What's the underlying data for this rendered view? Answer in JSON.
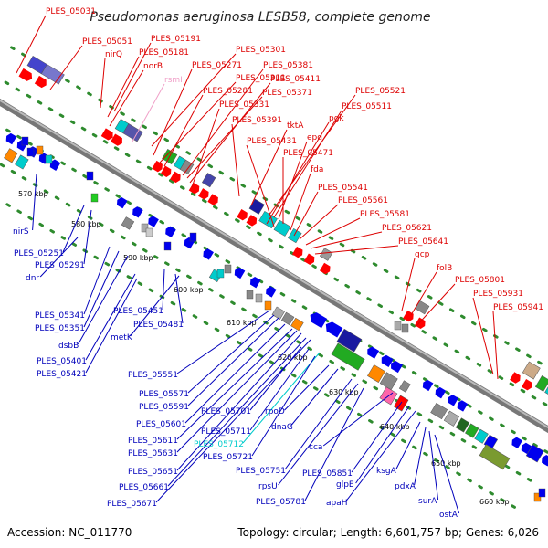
{
  "title": "Pseudomonas aeruginosa LESB58, complete genome",
  "accession": "Accession: NC_011770",
  "topology": "Topology: circular; Length: 6,601,757 bp; Genes: 6,026",
  "colors": {
    "top_label": "#dd0000",
    "bottom_label": "#0000bb",
    "backbone": "#888888",
    "dots": "#2e8b2e",
    "arrow_top": "#ff0000",
    "arrow_bottom": "#0000ee",
    "special_pink": "#f0a0c8",
    "special_cyan": "#00cccc"
  },
  "kbp_ticks": [
    "570 kbp",
    "580 kbp",
    "590 kbp",
    "600 kbp",
    "610 kbp",
    "620 kbp",
    "630 kbp",
    "640 kbp",
    "650 kbp",
    "660 kbp"
  ],
  "top_labels": [
    "PLES_05031",
    "PLES_05051",
    "nirQ",
    "PLES_05191",
    "PLES_05181",
    "norB",
    "rsmI",
    "PLES_05301",
    "PLES_05271",
    "PLES_05311",
    "PLES_05281",
    "PLES_05381",
    "PLES_05371",
    "PLES_05411",
    "PLES_05331",
    "PLES_05391",
    "tktA",
    "PLES_05521",
    "PLES_05511",
    "pgk",
    "PLES_05431",
    "epd",
    "PLES_05471",
    "fda",
    "PLES_05541",
    "PLES_05561",
    "PLES_05581",
    "PLES_05621",
    "PLES_05641",
    "gcp",
    "folB",
    "PLES_05801",
    "PLES_05931",
    "PLES_05941"
  ],
  "bottom_labels": [
    "nirS",
    "PLES_05251",
    "PLES_05291",
    "dnr",
    "PLES_05341",
    "PLES_05351",
    "dsbB",
    "PLES_05401",
    "PLES_05421",
    "PLES_05451",
    "PLES_05481",
    "metK",
    "PLES_05551",
    "PLES_05571",
    "PLES_05591",
    "PLES_05601",
    "PLES_05611",
    "PLES_05631",
    "PLES_05651",
    "PLES_05661",
    "PLES_05671",
    "PLES_05701",
    "PLES_05711",
    "PLES_05712",
    "PLES_05721",
    "rpoD",
    "dnaG",
    "PLES_05751",
    "rpsU",
    "PLES_05781",
    "cca",
    "PLES_05851",
    "glpE",
    "apaH",
    "ksgA",
    "pdxA",
    "surA",
    "ostA"
  ]
}
